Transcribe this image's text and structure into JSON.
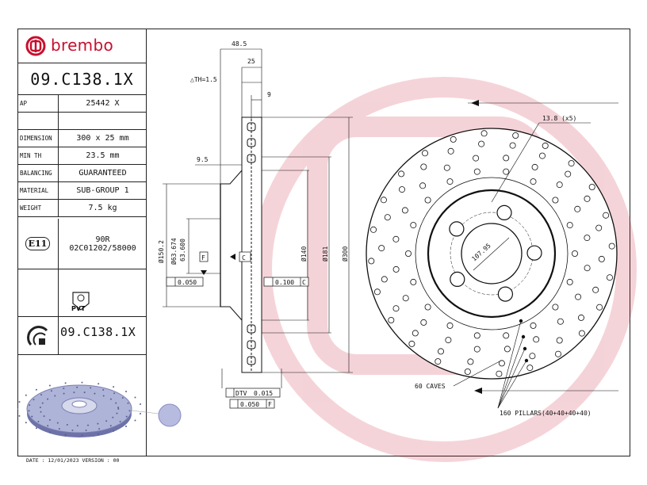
{
  "brand": {
    "name": "brembo",
    "color": "#c8102e"
  },
  "part_code": "09.C138.1X",
  "spec_rows": [
    {
      "label": "AP",
      "value": "25442 X"
    },
    {
      "label": "",
      "value": ""
    },
    {
      "label": "DIMENSION",
      "value": "300 x 25 mm"
    },
    {
      "label": "MIN TH",
      "value": "23.5 mm"
    },
    {
      "label": "BALANCING",
      "value": "GUARANTEED"
    },
    {
      "label": "MATERIAL",
      "value": "SUB-GROUP 1"
    },
    {
      "label": "WEIGHT",
      "value": "7.5 kg"
    }
  ],
  "approval": {
    "mark": "E11",
    "reg": "90R",
    "number": "02C01202/58000"
  },
  "pvt_label": "PVT",
  "part_code_footer": "09.C138.1X",
  "footer": "DATE : 12/01/2023 VERSION : 00",
  "dims": {
    "d48": "48.5",
    "d25": "25",
    "dth": "△TH=1.5",
    "d9": "9",
    "d9_5": "9.5",
    "d150": "Ø150.2",
    "d63a": "Ø63.674",
    "d63b": "63.600",
    "d140": "Ø140",
    "d181": "Ø181",
    "d300": "Ø300",
    "f": "F",
    "c": "C",
    "flat": "0.050",
    "par": "0.100",
    "parc": "C",
    "dtv_label": "DTV",
    "dtv": "0.015",
    "run": "0.050",
    "runf": "F",
    "holes": "13.8 (x5)",
    "pcd": "107.95",
    "caves": "60 CAVES",
    "pillars": "160 PILLARS(40+40+40+40)"
  }
}
